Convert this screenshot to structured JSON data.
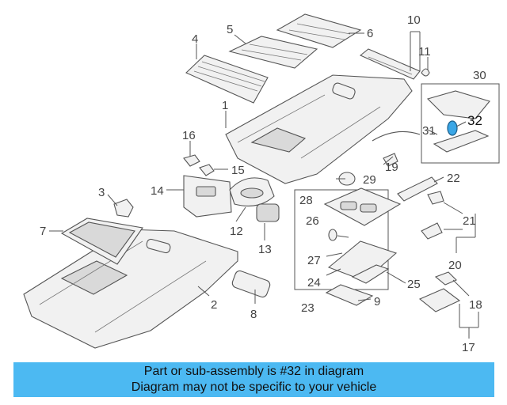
{
  "callouts": [
    "1",
    "2",
    "3",
    "4",
    "5",
    "6",
    "7",
    "8",
    "9",
    "10",
    "11",
    "12",
    "13",
    "14",
    "15",
    "16",
    "17",
    "18",
    "19",
    "20",
    "21",
    "22",
    "23",
    "24",
    "25",
    "26",
    "27",
    "28",
    "29",
    "30",
    "31",
    "32"
  ],
  "highlighted_part": "32",
  "banner": {
    "line1": "Part or sub-assembly is #32 in diagram",
    "line2": "Diagram may not be specific to your vehicle",
    "color": "#4cb9f2"
  }
}
